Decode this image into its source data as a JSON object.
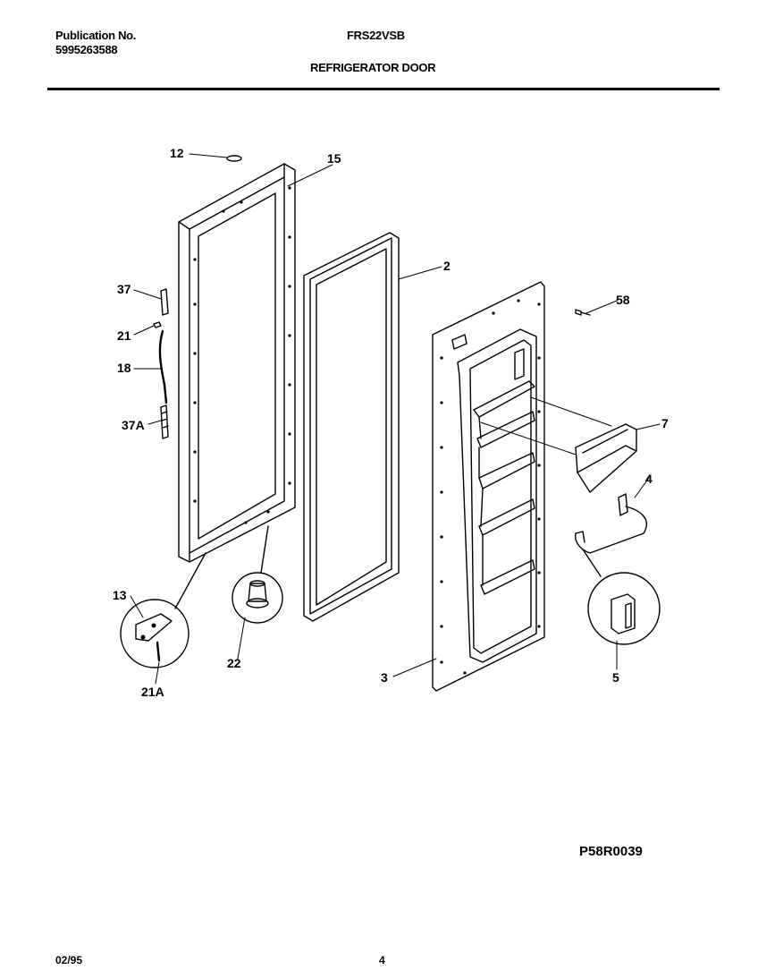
{
  "header": {
    "publication_label": "Publication No.",
    "publication_number": "5995263588",
    "model": "FRS22VSB",
    "section_title": "REFRIGERATOR DOOR"
  },
  "callouts": {
    "c12": "12",
    "c15": "15",
    "c2": "2",
    "c37": "37",
    "c21": "21",
    "c18": "18",
    "c37a": "37A",
    "c58": "58",
    "c7": "7",
    "c4": "4",
    "c13": "13",
    "c22": "22",
    "c21a": "21A",
    "c3": "3",
    "c5": "5"
  },
  "diagram_ref": "P58R0039",
  "footer": {
    "date": "02/95",
    "page": "4"
  }
}
